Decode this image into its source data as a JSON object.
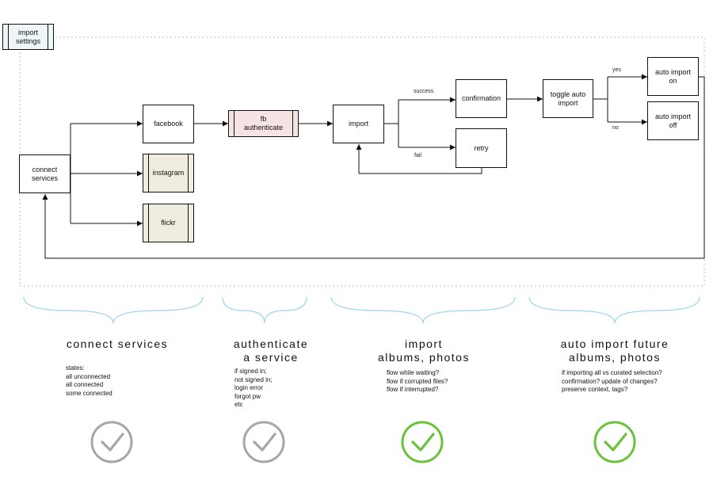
{
  "tab": {
    "label": "import\nsettings"
  },
  "nodes": {
    "connect": {
      "label": "connect\nservices"
    },
    "facebook": {
      "label": "facebook"
    },
    "instagram": {
      "label": "instagram"
    },
    "flickr": {
      "label": "flickr"
    },
    "fb_auth": {
      "label": "fb\nauthenticate"
    },
    "import": {
      "label": "import"
    },
    "confirm": {
      "label": "confirmation"
    },
    "retry": {
      "label": "retry"
    },
    "toggle": {
      "label": "toggle auto\nimport"
    },
    "auto_on": {
      "label": "auto import\non"
    },
    "auto_off": {
      "label": "auto import\noff"
    }
  },
  "edge_labels": {
    "success": "success",
    "fail": "fail",
    "yes": "yes",
    "no": "no"
  },
  "colors": {
    "subprocess_sand": "#f0ede0",
    "subprocess_pink": "#f5e4e3",
    "tab_fill": "#eef6f8",
    "brace": "#9fd5ee",
    "check_gray": "#a6a6a6",
    "check_green": "#68c23a"
  },
  "sections": [
    {
      "title": "connect services",
      "notes": [
        "states:",
        "all unconnected",
        "all connected",
        "some connected"
      ],
      "status": "gray-check-icon"
    },
    {
      "title": "authenticate\na service",
      "notes": [
        "if signed in;",
        "not signed in;",
        "login error",
        "forgot pw",
        "etc"
      ],
      "status": "gray-check-icon"
    },
    {
      "title": "import\nalbums, photos",
      "notes": [
        "flow while waiting?",
        "flow if corrupted files?",
        "flow if interrupted?"
      ],
      "status": "green-check-icon"
    },
    {
      "title": "auto import future\nalbums, photos",
      "notes": [
        "if importing all vs curated selection?",
        "confirmation? update of changes?",
        "preserve context, tags?"
      ],
      "status": "green-check-icon"
    }
  ]
}
